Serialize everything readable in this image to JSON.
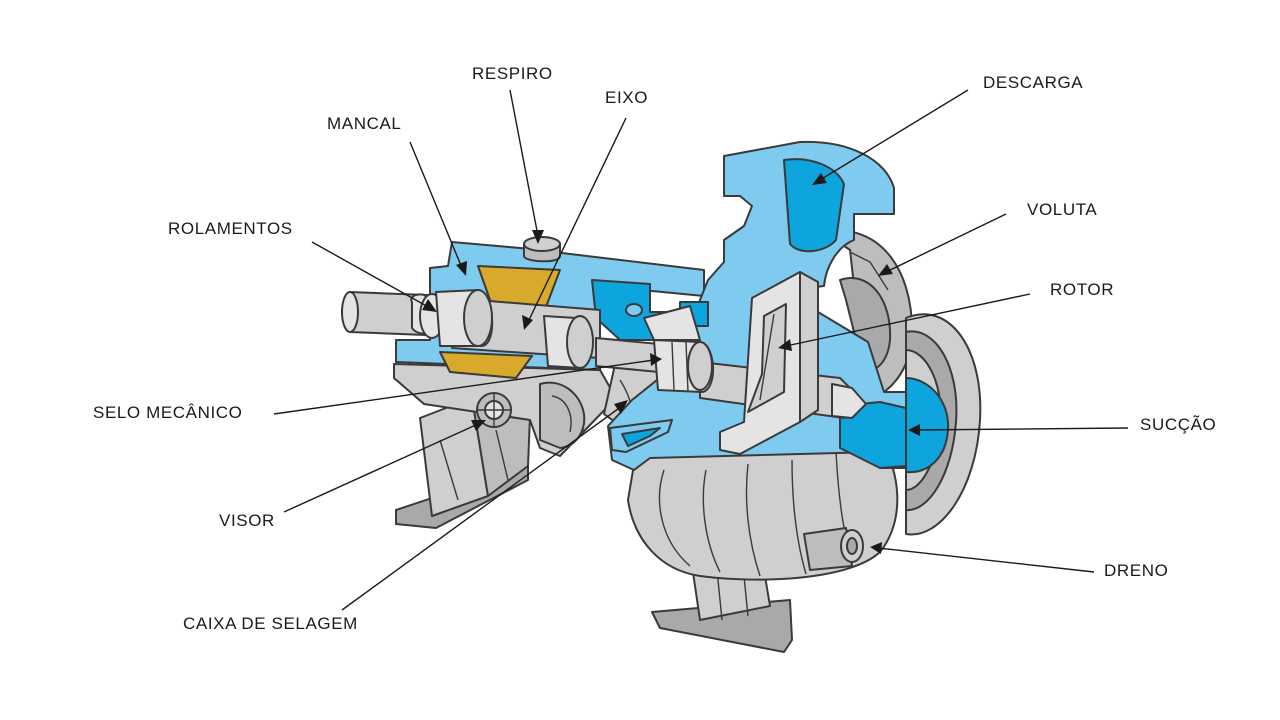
{
  "labels": {
    "respiro": "RESPIRO",
    "eixo": "EIXO",
    "mancal": "MANCAL",
    "descarga": "DESCARGA",
    "rolamentos": "ROLAMENTOS",
    "voluta": "VOLUTA",
    "rotor": "ROTOR",
    "selo_mecanico": "SELO MECÂNICO",
    "succao": "SUCÇÃO",
    "visor": "VISOR",
    "dreno": "DRENO",
    "caixa_de_selagem": "CAIXA DE SELAGEM"
  },
  "colors": {
    "casing_blue": "#7fcbf0",
    "fluid_blue": "#0ea5de",
    "metal_gray": "#cfcfcf",
    "metal_dark": "#a9a9a9",
    "metal_light": "#e4e4e4",
    "lubricant_gold": "#d8a92a",
    "outline": "#3a3a3a",
    "text": "#1a1a1a"
  }
}
